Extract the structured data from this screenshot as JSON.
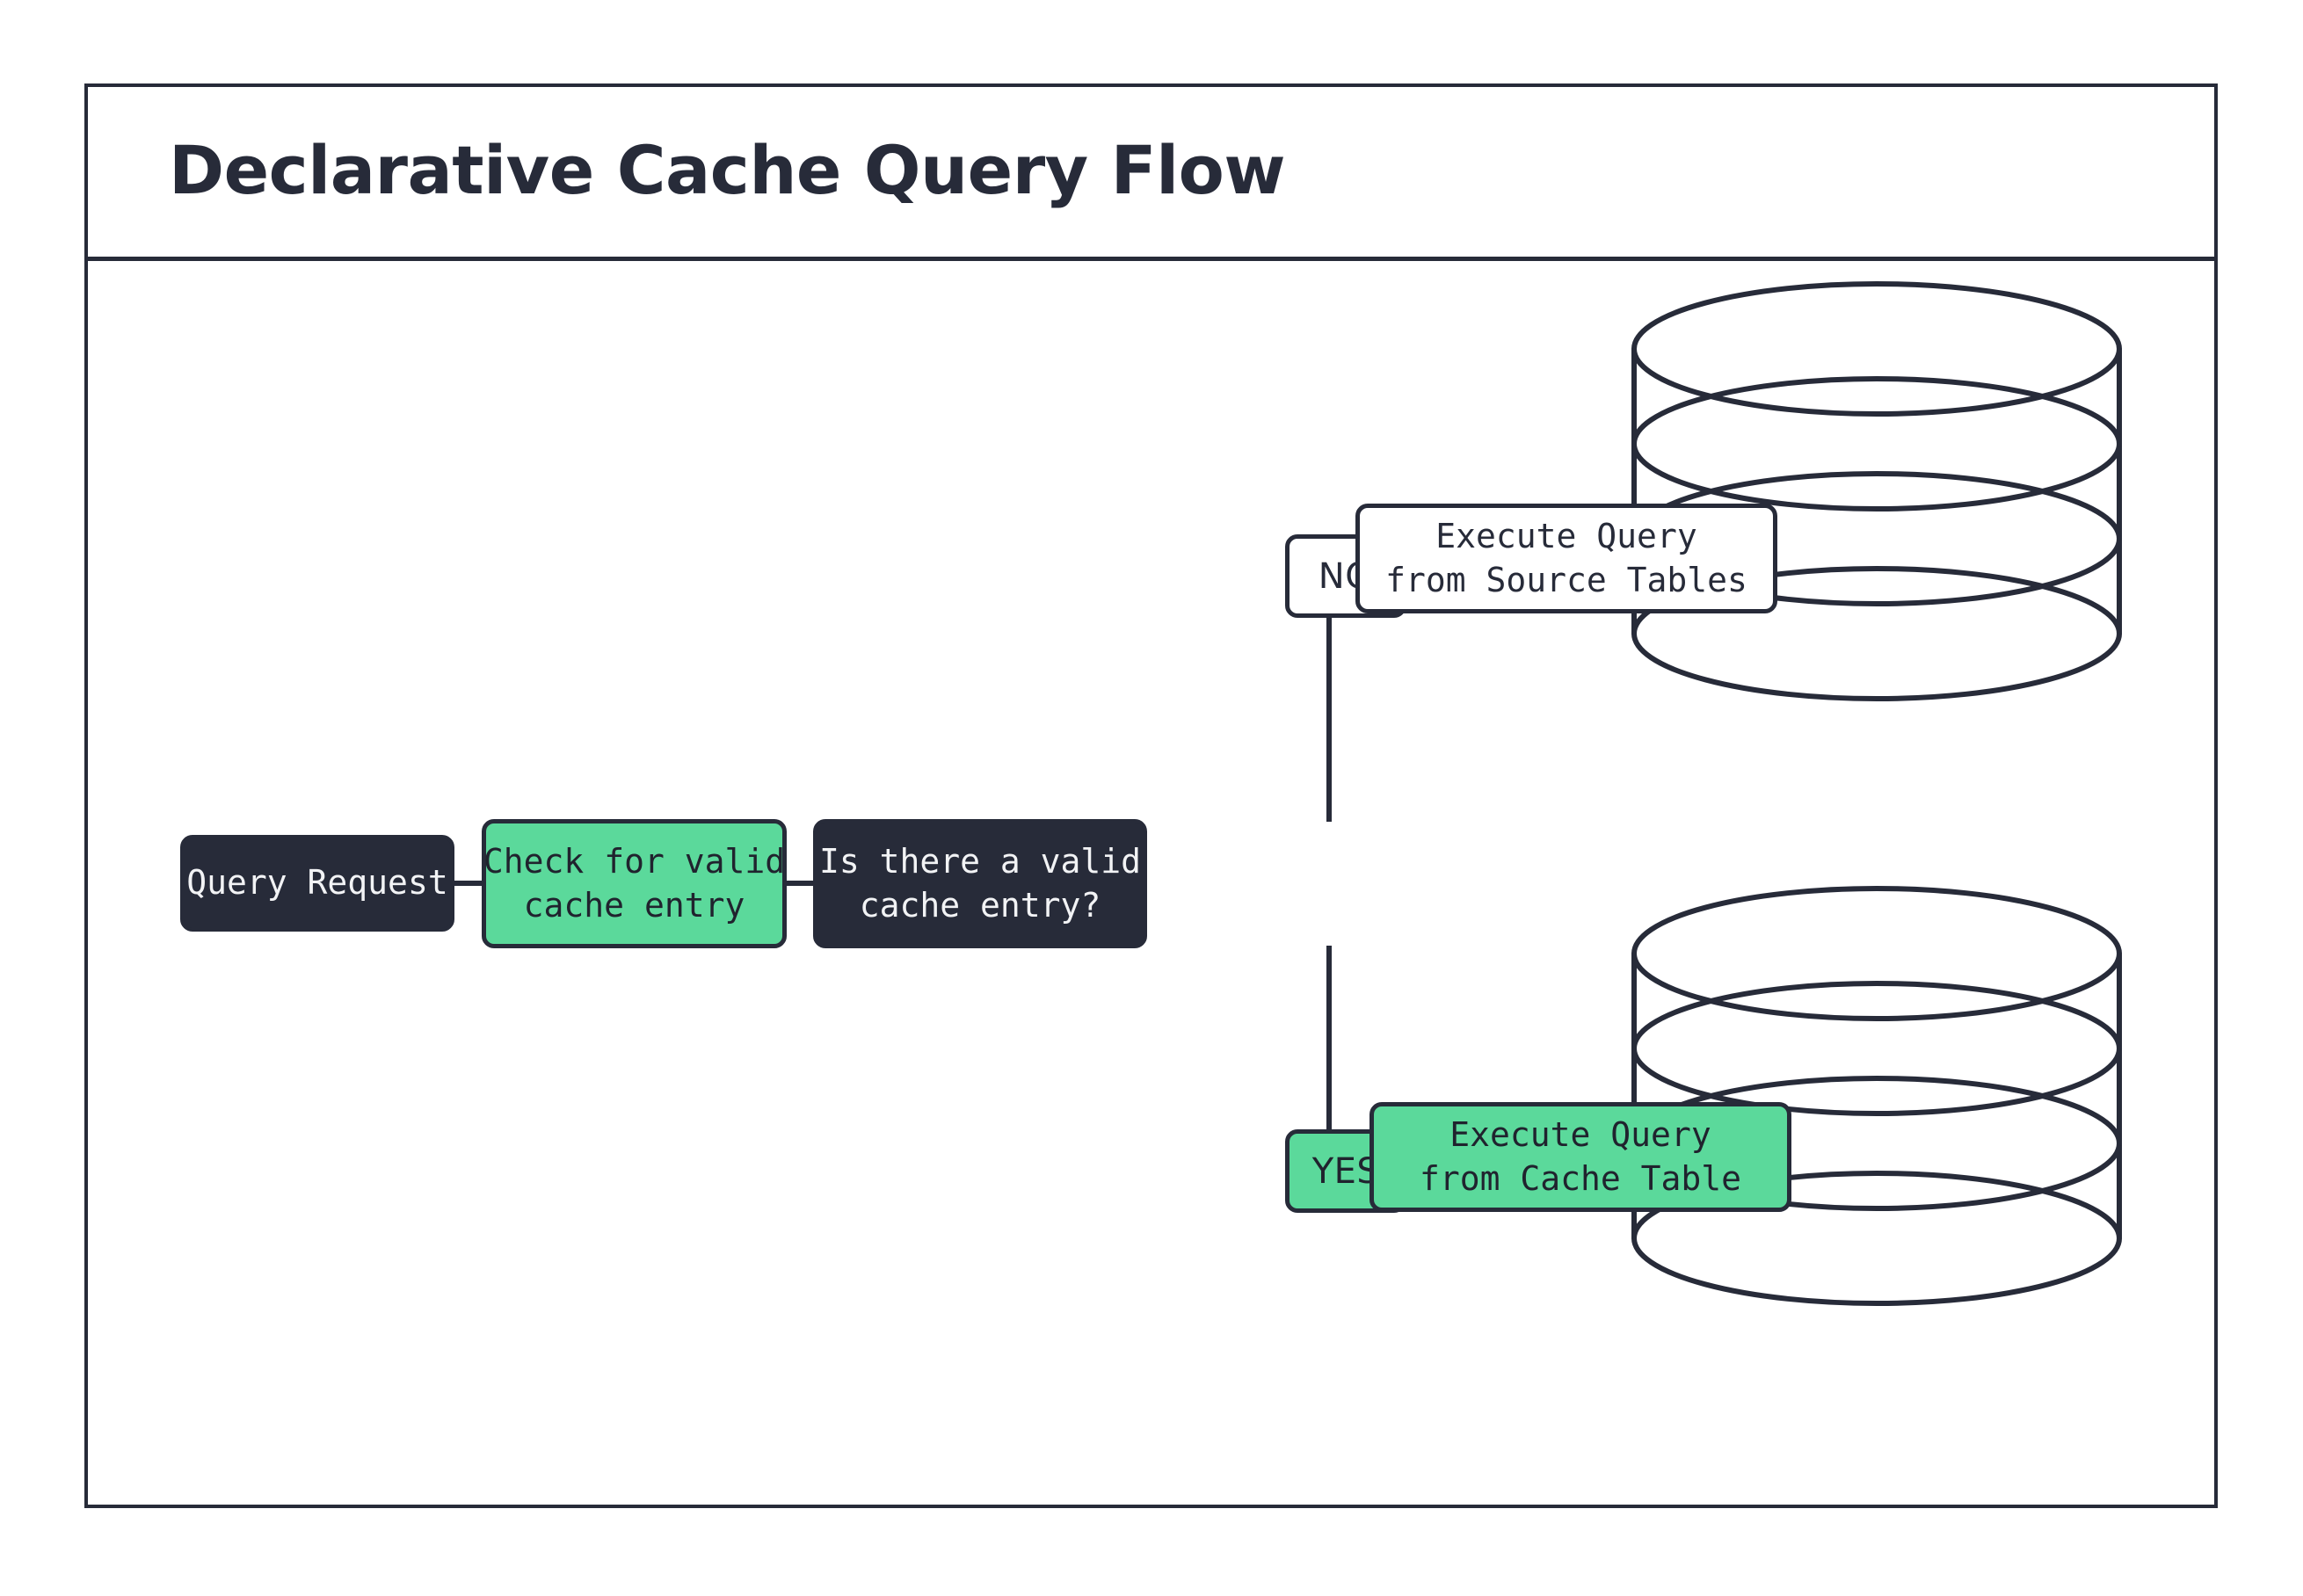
{
  "diagram": {
    "title": "Declarative Cache Query Flow",
    "type": "flowchart",
    "colors": {
      "dark": "#272b39",
      "green": "#5bd99b",
      "white": "#ffffff",
      "text_on_dark": "#f2f3f5",
      "text_on_green": "#20232e"
    },
    "nodes": {
      "query_request": {
        "label": "Query Request",
        "style": "dark"
      },
      "check_cache": {
        "label": "Check for valid\ncache entry",
        "style": "green"
      },
      "decision": {
        "label": "Is there a valid\ncache entry?",
        "style": "dark"
      },
      "branch_no": {
        "label": "NO",
        "style": "white"
      },
      "branch_yes": {
        "label": "YES",
        "style": "green"
      },
      "source_tables_action": {
        "label": "Execute Query\nfrom Source Tables",
        "style": "white"
      },
      "cache_table_action": {
        "label": "Execute Query\nfrom Cache Table",
        "style": "green"
      }
    },
    "databases": {
      "source": {
        "name": "source-tables-database",
        "label": "Execute Query\nfrom Source Tables"
      },
      "cache": {
        "name": "cache-table-database",
        "label": "Execute Query\nfrom Cache Table"
      }
    },
    "edges": [
      {
        "from": "query_request",
        "to": "check_cache",
        "label": ""
      },
      {
        "from": "check_cache",
        "to": "decision",
        "label": ""
      },
      {
        "from": "decision",
        "to": "branch_no",
        "label": "NO"
      },
      {
        "from": "branch_no",
        "to": "source_tables_action",
        "label": ""
      },
      {
        "from": "decision",
        "to": "branch_yes",
        "label": "YES"
      },
      {
        "from": "branch_yes",
        "to": "cache_table_action",
        "label": ""
      }
    ]
  }
}
